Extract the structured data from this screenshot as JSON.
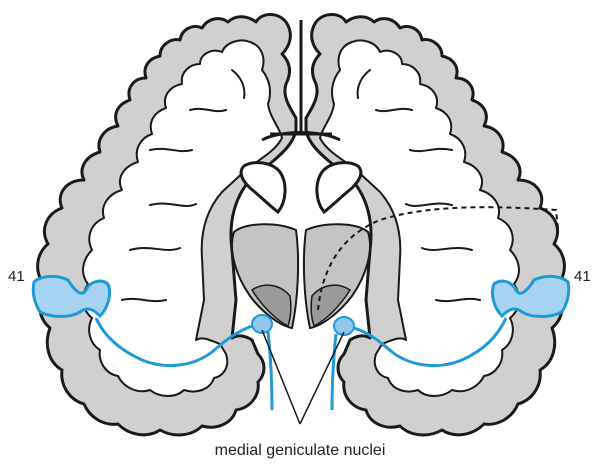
{
  "labels": {
    "area_left": "41",
    "area_right": "41",
    "caption": "medial geniculate nuclei"
  },
  "colors": {
    "gray_matter": "#d0d0d0",
    "outline": "#1a1a1a",
    "white_matter": "#ffffff",
    "auditory_pathway": "#1e9ad6",
    "auditory_area_fill": "#a6d4f0",
    "geniculate_nucleus": "#8fc8ec",
    "thalamus_fill": "#c4c4c4",
    "thalamus_inner_fill": "#9a9a9a"
  }
}
